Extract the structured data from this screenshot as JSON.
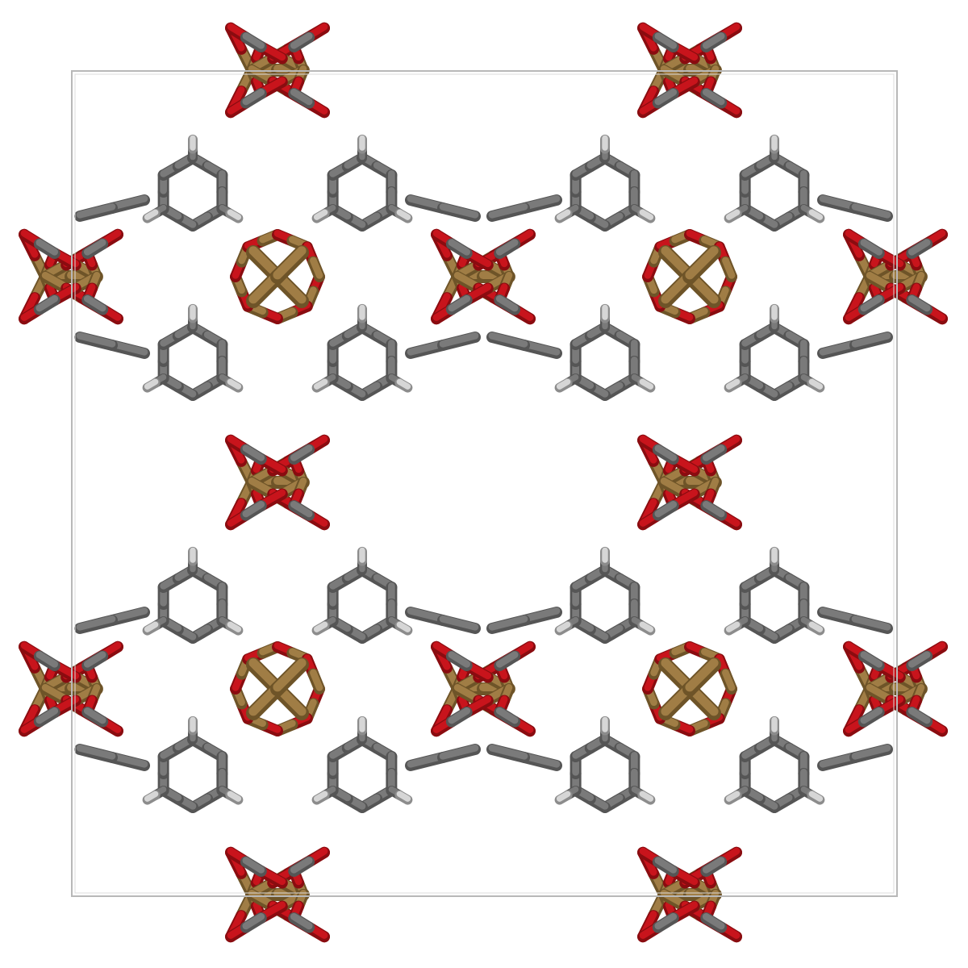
{
  "scene": {
    "colors": {
      "background": "#ffffff",
      "cell_border": "#b8b8b8",
      "carbon": "#7a7a7a",
      "carbon_dark": "#555555",
      "oxygen": "#c8141c",
      "oxygen_dark": "#8a0c10",
      "hydrogen": "#d6d6d6",
      "hydrogen_dark": "#8c8c8c",
      "metal": "#a07d45",
      "metal_light": "#d8c29a",
      "metal_dark": "#6e5428"
    },
    "atom_types": [
      "carbon",
      "oxygen",
      "hydrogen",
      "metal"
    ]
  }
}
